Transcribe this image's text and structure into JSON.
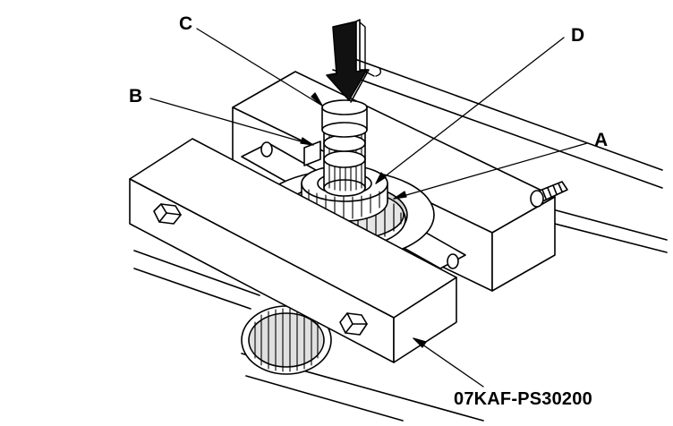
{
  "labels": {
    "a": "A",
    "b": "B",
    "c": "C",
    "d": "D"
  },
  "tool_number": "07KAF-PS30200",
  "colors": {
    "line": "#000000",
    "fill": "#ffffff",
    "shade": "#c8c8c8",
    "dark": "#1a1a1a"
  }
}
